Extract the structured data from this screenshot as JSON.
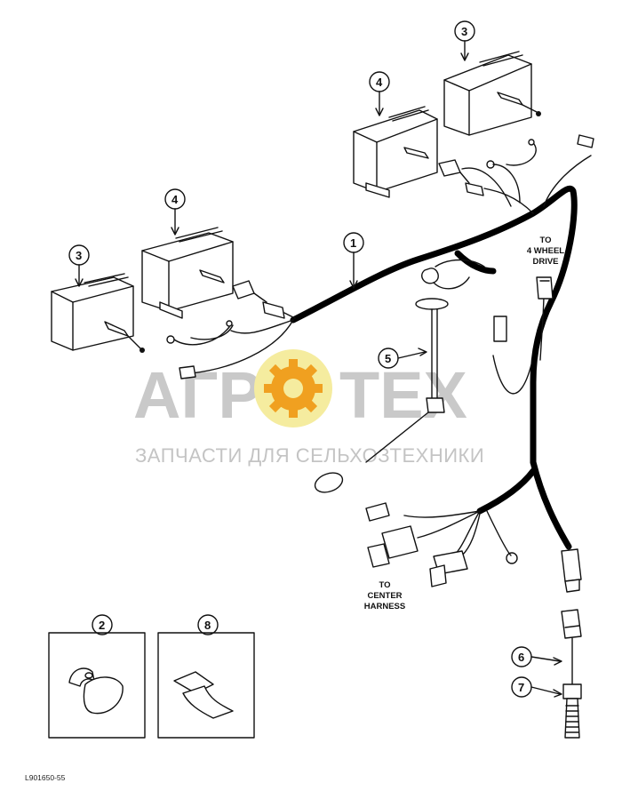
{
  "watermark": {
    "brand_left": "АГР",
    "brand_right": "ТЕХ",
    "subtitle": "ЗАПЧАСТИ ДЛЯ СЕЛЬХОЗТЕХНИКИ"
  },
  "callouts": [
    "1",
    "2",
    "3",
    "3",
    "4",
    "4",
    "5",
    "6",
    "7",
    "8"
  ],
  "notes": {
    "four_wheel_drive": [
      "TO",
      "4 WHEEL",
      "DRIVE"
    ],
    "center_harness": [
      "TO",
      "CENTER",
      "HARNESS"
    ]
  },
  "figure_id": "L901650-55",
  "colors": {
    "line": "#111111",
    "watermark_gray": "#c9c9c9",
    "gear_yellow": "#f4ea9a",
    "gear_orange": "#f0a020"
  }
}
